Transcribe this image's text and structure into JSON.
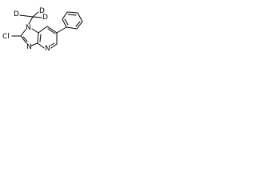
{
  "atoms": {
    "n_methyl": "N",
    "cl": "Cl",
    "n_imid": "N",
    "n_pyr": "N",
    "d1": "D",
    "d2": "D",
    "d3": "D"
  }
}
